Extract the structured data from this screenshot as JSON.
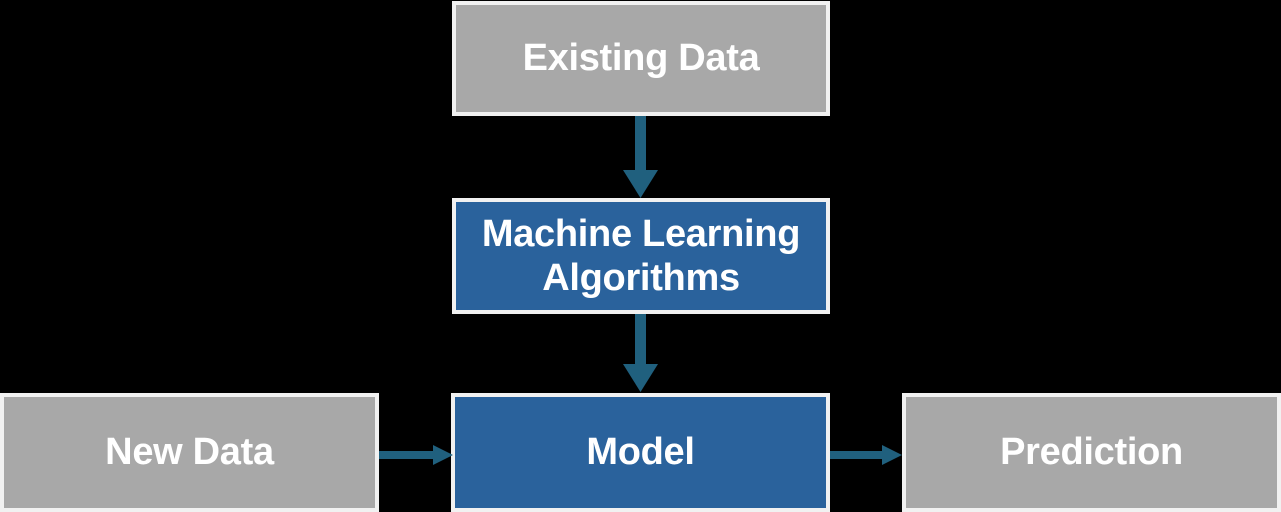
{
  "title": "Machine learning workflow diagram",
  "colors": {
    "background": "#000000",
    "box_border": "#F1F1F1",
    "gray_box_fill": "#A8A8A8",
    "blue_box_fill": "#2A629C",
    "arrow": "#20607E",
    "label_text": "#FFFFFF"
  },
  "nodes": [
    {
      "id": "existing-data",
      "label": "Existing Data",
      "variant": "gray"
    },
    {
      "id": "ml-algorithms",
      "label": "Machine Learning Algorithms",
      "variant": "blue"
    },
    {
      "id": "new-data",
      "label": "New Data",
      "variant": "gray"
    },
    {
      "id": "model",
      "label": "Model",
      "variant": "blue"
    },
    {
      "id": "prediction",
      "label": "Prediction",
      "variant": "gray"
    }
  ],
  "edges": [
    {
      "from": "Existing Data",
      "to": "Machine Learning Algorithms",
      "direction": "down"
    },
    {
      "from": "Machine Learning Algorithms",
      "to": "Model",
      "direction": "down"
    },
    {
      "from": "New Data",
      "to": "Model",
      "direction": "right"
    },
    {
      "from": "Model",
      "to": "Prediction",
      "direction": "right"
    }
  ]
}
